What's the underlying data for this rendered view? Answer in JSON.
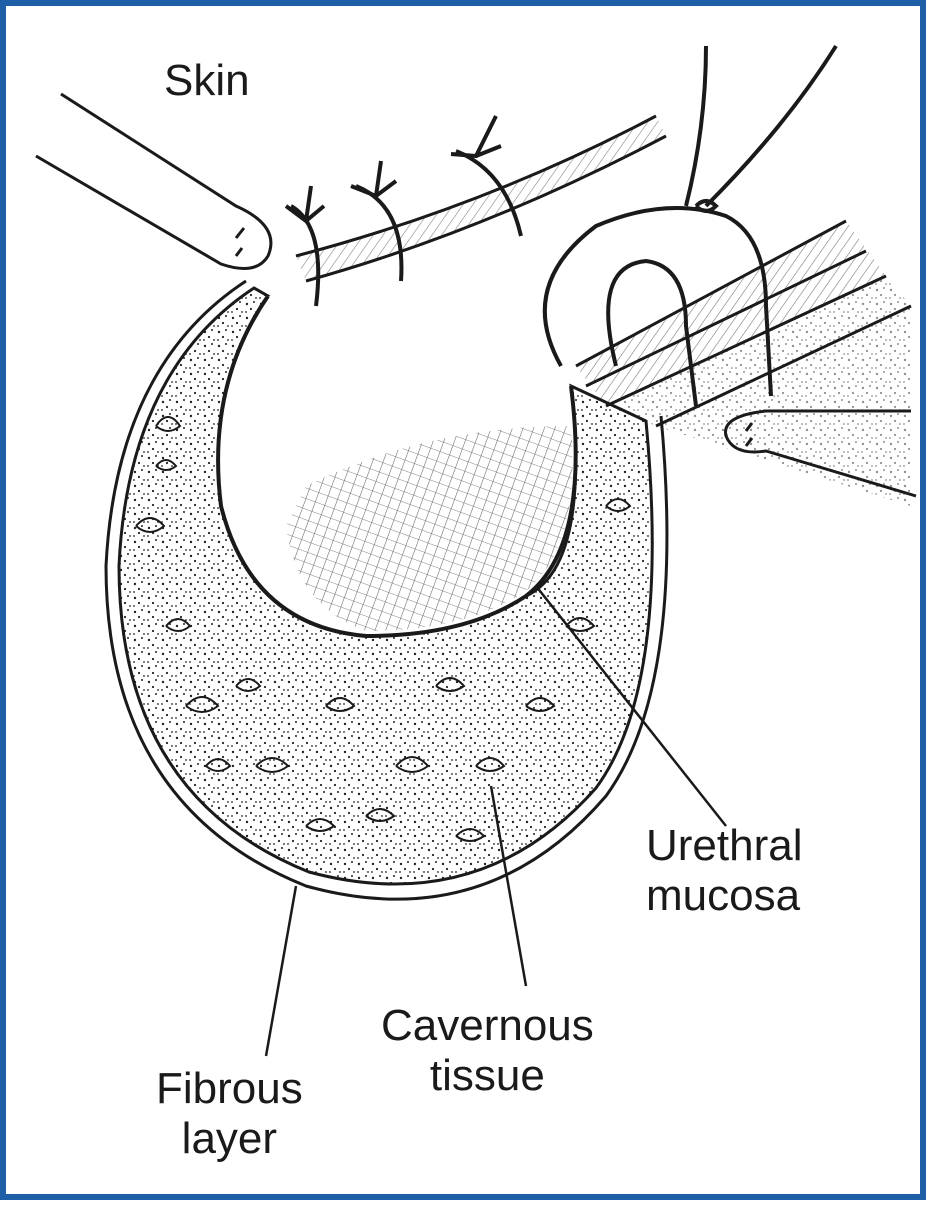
{
  "figure": {
    "border_color": "#1f5fa8",
    "ink_color": "#1a1a1a",
    "labels": {
      "skin": "Skin",
      "urethral_mucosa": [
        "Urethral",
        "mucosa"
      ],
      "cavernous_tissue": [
        "Cavernous",
        "tissue"
      ],
      "fibrous_layer": [
        "Fibrous",
        "layer"
      ]
    }
  }
}
